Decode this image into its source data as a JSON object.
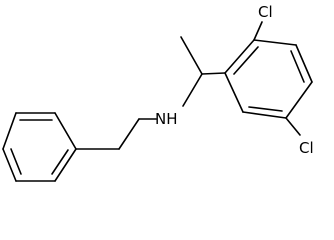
{
  "labels": {
    "chlorine_top": "Cl",
    "chlorine_bottom": "Cl",
    "amine": "NH"
  }
}
